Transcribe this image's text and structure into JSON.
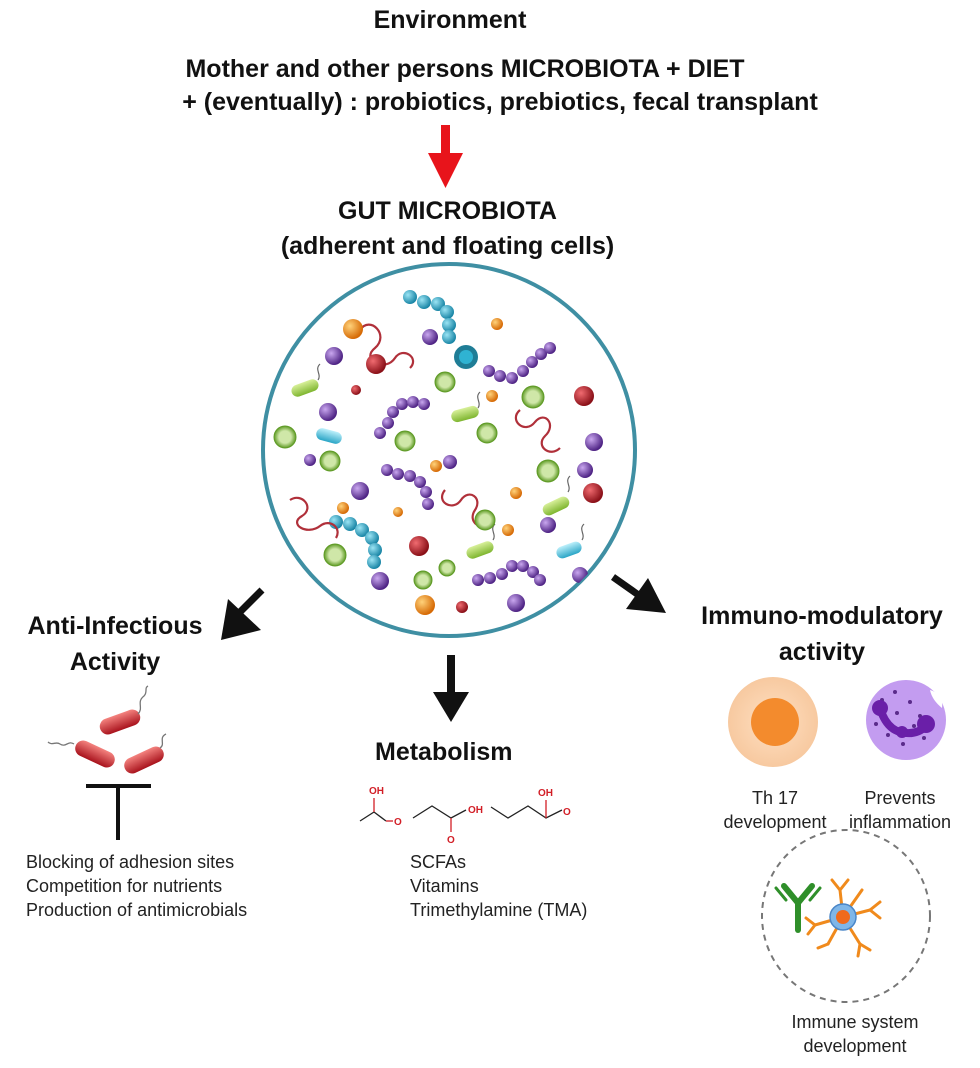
{
  "environment": {
    "title": "Environment",
    "line1": "Mother and other persons MICROBIOTA + DIET",
    "line2": "+ (eventually) : probiotics, prebiotics, fecal transplant"
  },
  "gut": {
    "title": "GUT MICROBIOTA",
    "subtitle": "(adherent and floating cells)"
  },
  "anti_infectious": {
    "title_line1": "Anti-Infectious",
    "title_line2": "Activity",
    "items": [
      "Blocking of adhesion sites",
      "Competition for nutrients",
      "Production of antimicrobials"
    ]
  },
  "metabolism": {
    "title": "Metabolism",
    "atom_label": "OH",
    "atom_o": "O",
    "items": [
      "SCFAs",
      "Vitamins",
      "Trimethylamine (TMA)"
    ]
  },
  "immuno": {
    "title_line1": "Immuno-modulatory",
    "title_line2": "activity",
    "th17_line1": "Th 17",
    "th17_line2": "development",
    "prevents_line1": "Prevents",
    "prevents_line2": "inflammation",
    "immune_line1": "Immune system",
    "immune_line2": "development"
  },
  "colors": {
    "env_arrow": "#e8141b",
    "arrows": "#111111",
    "circle_border": "#3f8fa3",
    "purple": "#6b3aa0",
    "green": "#7ab43a",
    "red": "#b0202a",
    "orange": "#f08a1c",
    "teal": "#2aa5c6"
  }
}
